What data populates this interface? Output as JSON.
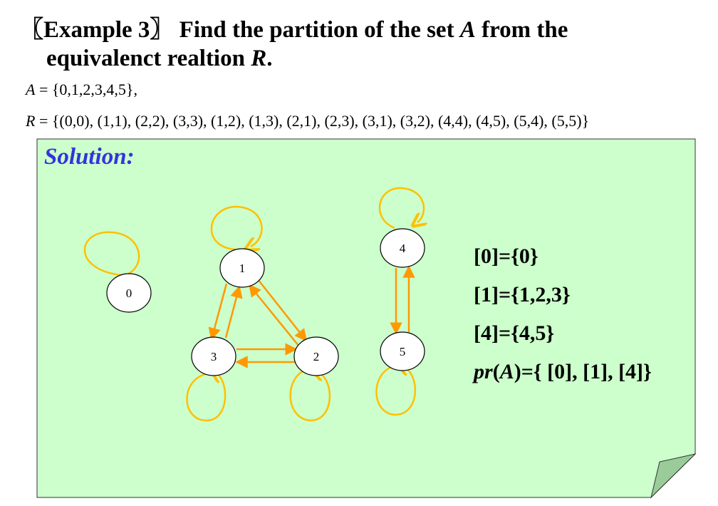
{
  "title": {
    "prefix": "〖Example 3〗 Find the partition of the set ",
    "set_symbol": "A",
    "middle": " from the",
    "line2_text": "equivalenct realtion ",
    "relation_symbol": "R",
    "end": "."
  },
  "set_a": {
    "name": "A",
    "eq": " = ",
    "value": "{0,1,2,3,4,5},"
  },
  "relation": {
    "name": "R",
    "eq": " = ",
    "value": "{(0,0), (1,1), (2,2), (3,3), (1,2), (1,3), (2,1), (2,3), (3,1), (3,2), (4,4), (4,5), (5,4), (5,5)}"
  },
  "solution_label": "Solution:",
  "classes": {
    "c0": "[0]={0}",
    "c1": "[1]={1,2,3}",
    "c4": "[4]={4,5}",
    "partition_fn": "pr",
    "partition_open": "(",
    "partition_set": "A",
    "partition_rest": ")={ [0], [1], [4]}"
  },
  "graph": {
    "nodes": [
      {
        "id": "0",
        "label": "0"
      },
      {
        "id": "1",
        "label": "1"
      },
      {
        "id": "2",
        "label": "2"
      },
      {
        "id": "3",
        "label": "3"
      },
      {
        "id": "4",
        "label": "4"
      },
      {
        "id": "5",
        "label": "5"
      }
    ],
    "edges": [
      [
        "1",
        "2"
      ],
      [
        "2",
        "1"
      ],
      [
        "1",
        "3"
      ],
      [
        "3",
        "1"
      ],
      [
        "2",
        "3"
      ],
      [
        "3",
        "2"
      ],
      [
        "4",
        "5"
      ],
      [
        "5",
        "4"
      ]
    ],
    "loops": [
      "0",
      "1",
      "2",
      "3",
      "4",
      "5"
    ]
  },
  "colors": {
    "note_fill": "#ccffcc",
    "note_fold": "#99cc99",
    "solution_text": "#3333dd",
    "loop_stroke": "#ffc000",
    "edge_stroke": "#ff9900"
  }
}
